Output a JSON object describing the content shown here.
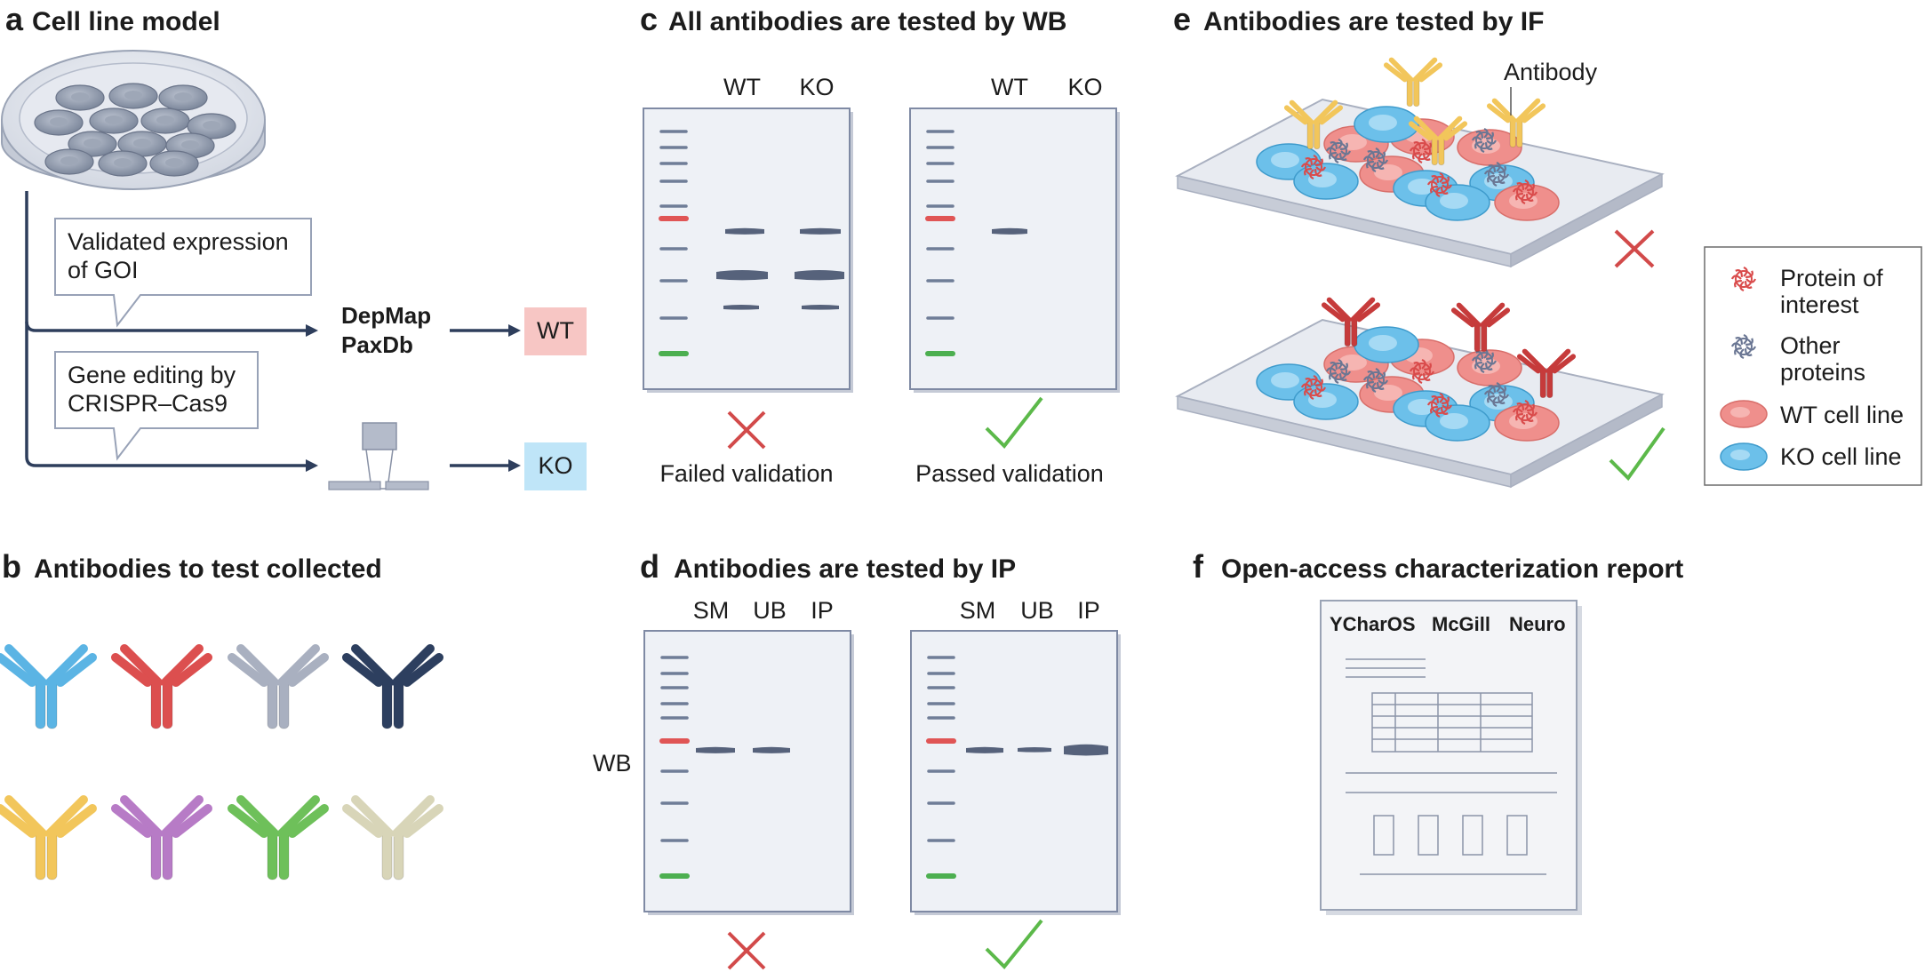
{
  "panels": {
    "a": {
      "letter": "a",
      "title": "Cell line model",
      "callout_expression": [
        "Validated expression",
        "of GOI"
      ],
      "callout_editing": [
        "Gene editing by",
        "CRISPR–Cas9"
      ],
      "databases": [
        "DepMap",
        "PaxDb"
      ],
      "wt_box": "WT",
      "ko_box": "KO"
    },
    "b": {
      "letter": "b",
      "title": "Antibodies to test collected",
      "antibody_colors": [
        "#5bb4e4",
        "#dc4f4f",
        "#a9b0c0",
        "#2d3f5f",
        "#f2c65b",
        "#b77bc6",
        "#6ec05a",
        "#d8d5b8"
      ]
    },
    "c": {
      "letter": "c",
      "title": "All antibodies are tested by WB",
      "lane_labels": [
        "WT",
        "KO"
      ],
      "failed_label": "Failed validation",
      "passed_label": "Passed validation"
    },
    "d": {
      "letter": "d",
      "title": "Antibodies are tested by IP",
      "lane_labels": [
        "SM",
        "UB",
        "IP"
      ],
      "side_label": "WB"
    },
    "e": {
      "letter": "e",
      "title": "Antibodies are tested by IF",
      "antibody_label": "Antibody",
      "legend": [
        {
          "icon": "protein-of-interest-icon",
          "lines": [
            "Protein of",
            "interest"
          ]
        },
        {
          "icon": "other-proteins-icon",
          "lines": [
            "Other",
            "proteins"
          ]
        },
        {
          "icon": "wt-cell-icon",
          "lines": [
            "WT cell line"
          ]
        },
        {
          "icon": "ko-cell-icon",
          "lines": [
            "KO cell line"
          ]
        }
      ]
    },
    "f": {
      "letter": "f",
      "title": "Open-access characterization report",
      "logos": [
        "YCharOS",
        "McGill",
        "Neuro"
      ]
    }
  },
  "colors": {
    "fail_red": "#d24a4a",
    "pass_green": "#5cb94a",
    "wt_fill": "#f7c6c4",
    "ko_fill": "#bfe5f8",
    "wt_cell": "#ef8f8c",
    "ko_cell": "#6cc0ea",
    "ladder_red": "#e05555",
    "ladder_green": "#4caf50"
  }
}
